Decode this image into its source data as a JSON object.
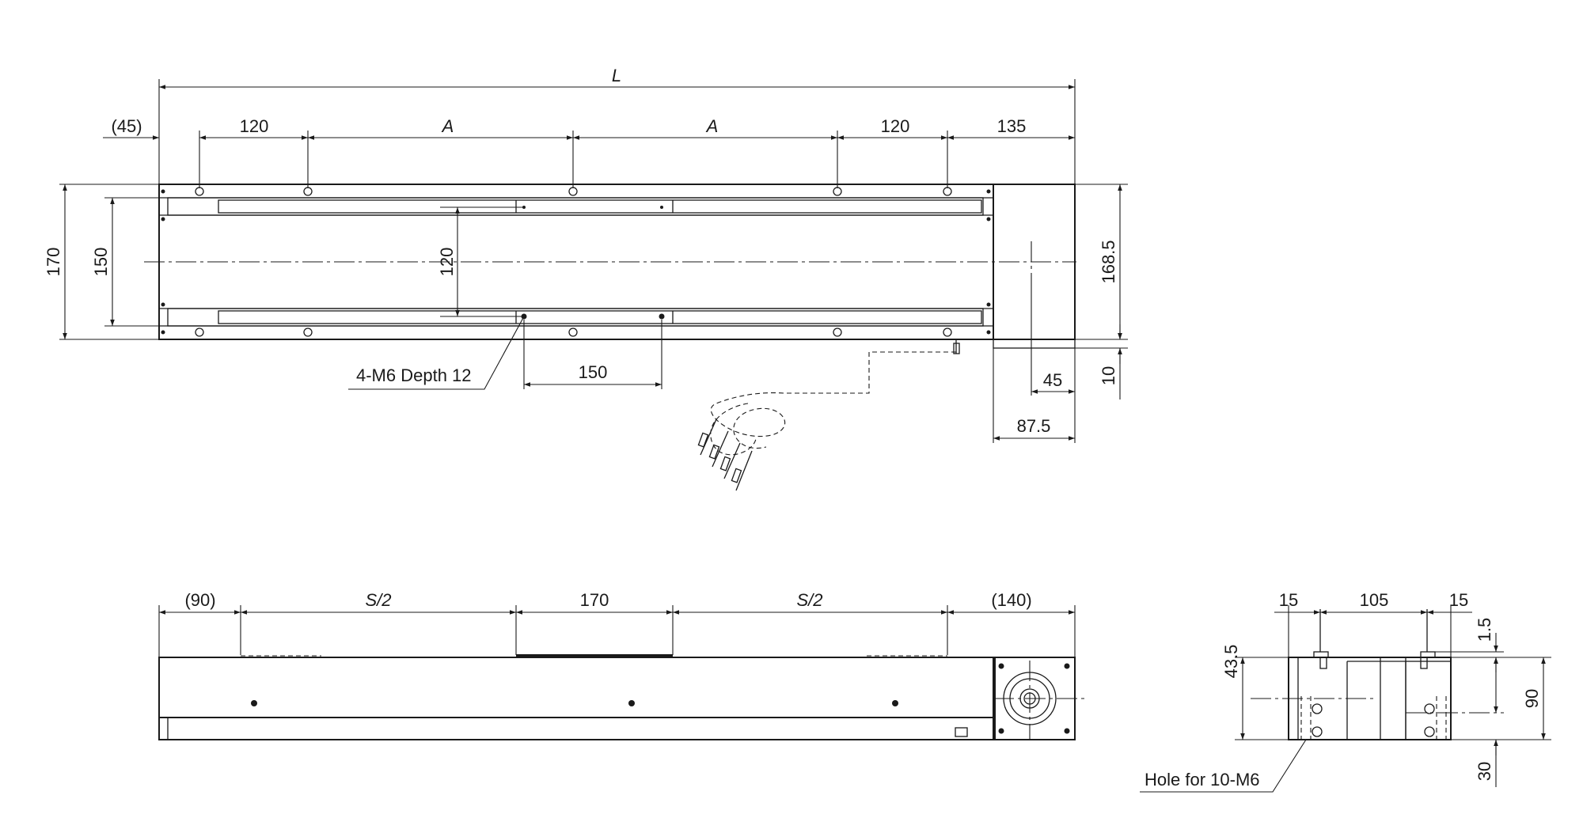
{
  "top_view": {
    "dim_L": "L",
    "dim_left_offset": "(45)",
    "dim_120_left": "120",
    "dim_A_1": "A",
    "dim_A_2": "A",
    "dim_120_right": "120",
    "dim_135": "135",
    "dim_170": "170",
    "dim_150_left": "150",
    "dim_120_rail": "120",
    "dim_168_5": "168.5",
    "dim_10": "10",
    "dim_150_bottom": "150",
    "dim_45": "45",
    "dim_87_5": "87.5",
    "callout_holes": "4-M6 Depth 12"
  },
  "side_view": {
    "dim_90": "(90)",
    "dim_S2_left": "S/2",
    "dim_170": "170",
    "dim_S2_right": "S/2",
    "dim_140": "(140)"
  },
  "end_view": {
    "dim_15_left": "15",
    "dim_105": "105",
    "dim_15_right": "15",
    "dim_1_5": "1.5",
    "dim_43_5": "43.5",
    "dim_90": "90",
    "dim_30": "30",
    "callout_holes": "Hole for 10-M6"
  }
}
